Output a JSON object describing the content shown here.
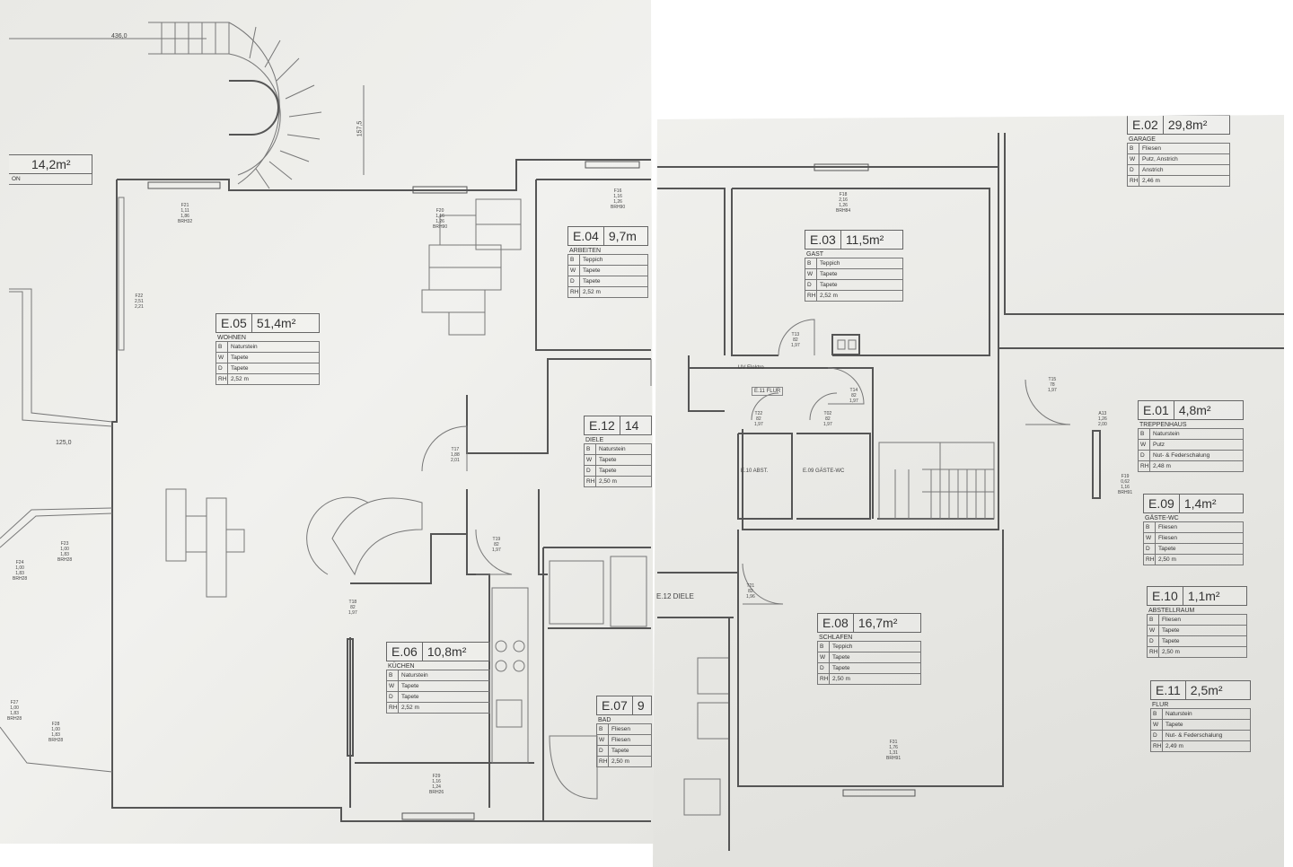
{
  "dimensions": {
    "top_width": "436,0",
    "stair_height": "157,5",
    "terrace_width": "125,0"
  },
  "partial_room_left": {
    "area": "14,2m²",
    "suffix": "ON"
  },
  "rooms": [
    {
      "id": "E.05",
      "area": "51,4m²",
      "name": "WOHNEN",
      "rows": [
        {
          "k": "B",
          "v": "Naturstein"
        },
        {
          "k": "W",
          "v": "Tapete"
        },
        {
          "k": "D",
          "v": "Tapete"
        },
        {
          "k": "RH",
          "v": "2,52 m"
        }
      ]
    },
    {
      "id": "E.04",
      "area": "9,7m",
      "name": "ARBEITEN",
      "rows": [
        {
          "k": "B",
          "v": "Teppich"
        },
        {
          "k": "W",
          "v": "Tapete"
        },
        {
          "k": "D",
          "v": "Tapete"
        },
        {
          "k": "RH",
          "v": "2,52 m"
        }
      ]
    },
    {
      "id": "E.12",
      "area": "14",
      "name": "DIELE",
      "rows": [
        {
          "k": "B",
          "v": "Naturstein"
        },
        {
          "k": "W",
          "v": "Tapete"
        },
        {
          "k": "D",
          "v": "Tapete"
        },
        {
          "k": "RH",
          "v": "2,50 m"
        }
      ]
    },
    {
      "id": "E.06",
      "area": "10,8m²",
      "name": "KÜCHEN",
      "rows": [
        {
          "k": "B",
          "v": "Naturstein"
        },
        {
          "k": "W",
          "v": "Tapete"
        },
        {
          "k": "D",
          "v": "Tapete"
        },
        {
          "k": "RH",
          "v": "2,52 m"
        }
      ]
    },
    {
      "id": "E.07",
      "area": "9",
      "name": "BAD",
      "rows": [
        {
          "k": "B",
          "v": "Fliesen"
        },
        {
          "k": "W",
          "v": "Fliesen"
        },
        {
          "k": "D",
          "v": "Tapete"
        },
        {
          "k": "RH",
          "v": "2,50 m"
        }
      ]
    },
    {
      "id": "E.03",
      "area": "11,5m²",
      "name": "GAST",
      "rows": [
        {
          "k": "B",
          "v": "Teppich"
        },
        {
          "k": "W",
          "v": "Tapete"
        },
        {
          "k": "D",
          "v": "Tapete"
        },
        {
          "k": "RH",
          "v": "2,52 m"
        }
      ]
    },
    {
      "id": "E.08",
      "area": "16,7m²",
      "name": "SCHLAFEN",
      "rows": [
        {
          "k": "B",
          "v": "Teppich"
        },
        {
          "k": "W",
          "v": "Tapete"
        },
        {
          "k": "D",
          "v": "Tapete"
        },
        {
          "k": "RH",
          "v": "2,50 m"
        }
      ]
    },
    {
      "id": "E.01",
      "area": "4,8m²",
      "name": "TREPPENHAUS",
      "rows": [
        {
          "k": "B",
          "v": "Naturstein"
        },
        {
          "k": "W",
          "v": "Putz"
        },
        {
          "k": "D",
          "v": "Nut- & Federschalung"
        },
        {
          "k": "RH",
          "v": "2,48 m"
        }
      ]
    },
    {
      "id": "E.09",
      "area": "1,4m²",
      "name": "GÄSTE-WC",
      "rows": [
        {
          "k": "B",
          "v": "Fliesen"
        },
        {
          "k": "W",
          "v": "Fliesen"
        },
        {
          "k": "D",
          "v": "Tapete"
        },
        {
          "k": "RH",
          "v": "2,50 m"
        }
      ]
    },
    {
      "id": "E.10",
      "area": "1,1m²",
      "name": "ABSTELLRAUM",
      "rows": [
        {
          "k": "B",
          "v": "Fliesen"
        },
        {
          "k": "W",
          "v": "Tapete"
        },
        {
          "k": "D",
          "v": "Tapete"
        },
        {
          "k": "RH",
          "v": "2,50 m"
        }
      ]
    },
    {
      "id": "E.11",
      "area": "2,5m²",
      "name": "FLUR",
      "rows": [
        {
          "k": "B",
          "v": "Naturstein"
        },
        {
          "k": "W",
          "v": "Tapete"
        },
        {
          "k": "D",
          "v": "Nut- & Federschalung"
        },
        {
          "k": "RH",
          "v": "2,49 m"
        }
      ]
    }
  ],
  "garage": {
    "id": "E.02",
    "area": "29,8m²",
    "name": "GARAGE",
    "rows": [
      {
        "k": "B",
        "v": "Fliesen"
      },
      {
        "k": "W",
        "v": "Putz, Anstrich"
      },
      {
        "k": "D",
        "v": "Anstrich"
      },
      {
        "k": "RH",
        "v": "2,46 m"
      }
    ]
  },
  "small_labels": {
    "flur": "E.11 FLUR",
    "abst": "E.10 ABST.",
    "gaeste_wc": "E.09 GÄSTE-WC",
    "diele": "E.12 DIELE",
    "uv_elektro": "UV Elektro"
  },
  "window_tags": {
    "f21": "F21\n1,11\n1,86\nBRH32",
    "f20": "F20\n1,16\n1,26\nBRH90",
    "f22": "F22\n2,51\n2,21",
    "f23": "F23\n1,00\n1,83\nBRH28",
    "f24": "F24\n1,00\n1,83\nBRH28",
    "f27": "F27\n1,00\n1,83\nBRH28",
    "f28": "F28\n1,00\n1,83\nBRH28",
    "f29": "F29\n1,16\n1,24\nBRH26",
    "f16": "F16\n1,16\n1,26\nBRH90",
    "f18": "F18\n2,16\n1,26\nBRH84",
    "f31": "F31\n1,76\n1,31\nBRH91",
    "t17": "T17\n1,88\n2,01",
    "t19": "T19\n82\n1,97",
    "t18": "T18\n82\n1,97",
    "t21": "T21\n82\n1,96",
    "t13": "T13\n82\n1,97",
    "t22": "T22\n82\n1,97",
    "t02": "T02\n82\n1,97",
    "t14": "T14\n82\n1,97",
    "t15": "T15\n78\n1,97",
    "a13": "A13\n1,26\n2,00",
    "f19": "F19\n0,62\n1,16\nBRH91"
  }
}
